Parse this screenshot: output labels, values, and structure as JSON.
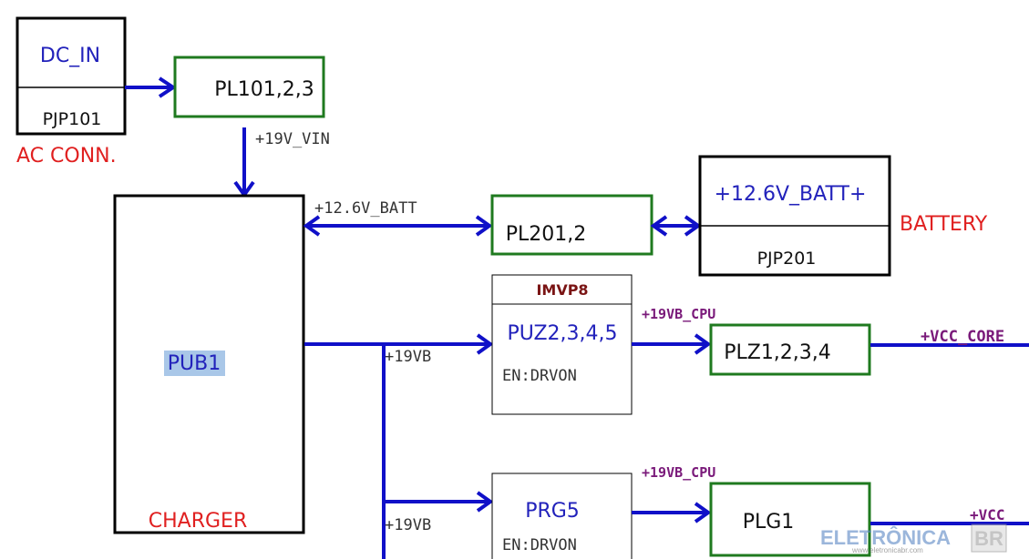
{
  "blocks": {
    "dc_in": {
      "title": "DC_IN",
      "part": "PJP101",
      "caption": "AC CONN."
    },
    "pl101": {
      "label": "PL101,2,3"
    },
    "pub1": {
      "label": "PUB1",
      "caption": "CHARGER"
    },
    "pl201": {
      "label": "PL201,2"
    },
    "battery": {
      "title": "+12.6V_BATT+",
      "part": "PJP201",
      "caption": "BATTERY"
    },
    "imvp8": {
      "header": "IMVP8",
      "label": "PUZ2,3,4,5",
      "enable": "EN:DRVON"
    },
    "plz": {
      "label": "PLZ1,2,3,4"
    },
    "prg5": {
      "label": "PRG5",
      "enable": "EN:DRVON"
    },
    "plg1": {
      "label": "PLG1"
    }
  },
  "nets": {
    "vin": "+19V_VIN",
    "batt": "+12.6V_BATT",
    "vb_upper": "+19VB",
    "vb_lower": "+19VB",
    "vb_cpu_upper": "+19VB_CPU",
    "vb_cpu_lower": "+19VB_CPU",
    "vcc_core": "+VCC_CORE",
    "vcc": "+VCC"
  },
  "watermark": {
    "brand": "ELETRÔNICA",
    "brand_suffix": "BR",
    "url": "www.eletronicabr.com"
  },
  "colors": {
    "wire": "#1010c8",
    "green_box": "#1f7a1f",
    "red_text": "#e02020",
    "net_purple": "#7a1a7a"
  }
}
